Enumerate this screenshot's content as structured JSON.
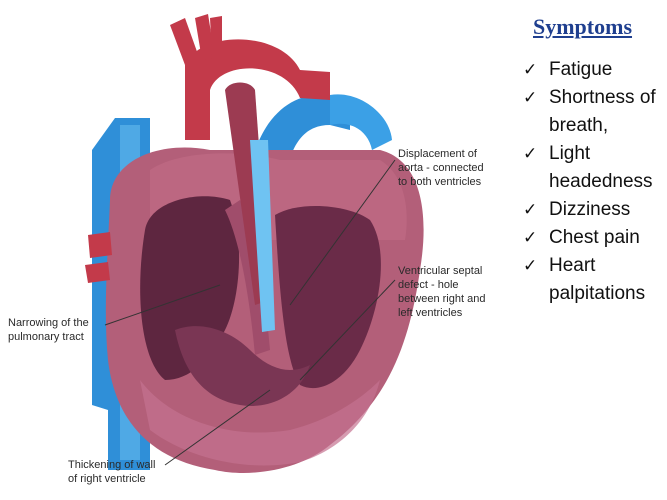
{
  "annotations": {
    "displacement": "Displacement of\naorta - connected\nto both ventricles",
    "vsd": "Ventricular septal\ndefect - hole\nbetween right and\nleft ventricles",
    "narrowing": "Narrowing of the\npulmonary tract",
    "thickening": "Thickening of wall\nof right ventricle"
  },
  "symptoms": {
    "title": "Symptoms",
    "check_glyph": "✓",
    "items": [
      "Fatigue",
      "Shortness of breath,",
      "Light headedness",
      "Dizziness",
      "Chest pain",
      "Heart palpitations"
    ]
  },
  "colors": {
    "muscle": "#b35f79",
    "muscle_dark": "#8a3d58",
    "chamber": "#5e2640",
    "aorta": "#c33a4a",
    "vein": "#2f8fd8",
    "vein_light": "#6fc3f2"
  }
}
